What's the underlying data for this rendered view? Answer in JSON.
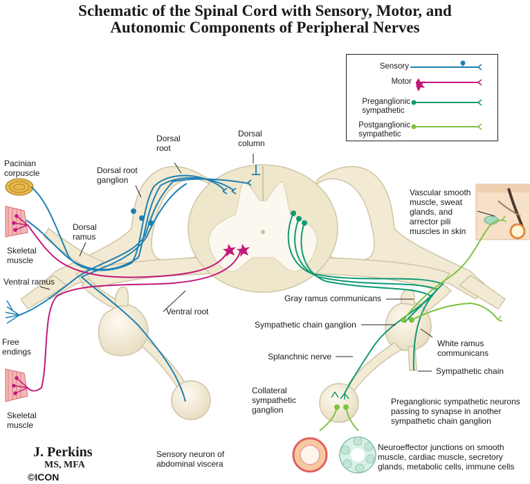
{
  "title": {
    "line1": "Schematic of the Spinal Cord with Sensory, Motor, and",
    "line2": "Autonomic Components of Peripheral Nerves"
  },
  "legend": {
    "sensory": "Sensory",
    "motor": "Motor",
    "preganglionic_1": "Preganglionic",
    "preganglionic_2": "sympathetic",
    "postganglionic_1": "Postganglionic",
    "postganglionic_2": "sympathetic"
  },
  "labels": {
    "pacinian_1": "Pacinian",
    "pacinian_2": "corpuscle",
    "skeletal_top_1": "Skeletal",
    "skeletal_top_2": "muscle",
    "dorsal_ramus_1": "Dorsal",
    "dorsal_ramus_2": "ramus",
    "ventral_ramus": "Ventral ramus",
    "free_endings_1": "Free",
    "free_endings_2": "endings",
    "skeletal_bottom_1": "Skeletal",
    "skeletal_bottom_2": "muscle",
    "drg_1": "Dorsal root",
    "drg_2": "ganglion",
    "dorsal_root_1": "Dorsal",
    "dorsal_root_2": "root",
    "dorsal_column_1": "Dorsal",
    "dorsal_column_2": "column",
    "ventral_root": "Ventral root",
    "sensory_neuron_1": "Sensory neuron of",
    "sensory_neuron_2": "abdominal viscera",
    "vascular_1": "Vascular smooth",
    "vascular_2": "muscle, sweat",
    "vascular_3": "glands, and",
    "vascular_4": "arrector pili",
    "vascular_5": "muscles in skin",
    "gray_ramus": "Gray ramus communicans",
    "chain_ganglion": "Sympathetic chain ganglion",
    "white_ramus_1": "White ramus",
    "white_ramus_2": "communicans",
    "splanchnic": "Splanchnic nerve",
    "sympathetic_chain": "Sympathetic chain",
    "collateral_1": "Collateral",
    "collateral_2": "sympathetic",
    "collateral_3": "ganglion",
    "pregang_neurons_1": "Preganglionic sympathetic neurons",
    "pregang_neurons_2": "passing to synapse in another",
    "pregang_neurons_3": "sympathetic chain ganglion",
    "neuroeffector_1": "Neuroeffector junctions on smooth",
    "neuroeffector_2": "muscle, cardiac muscle, secretory",
    "neuroeffector_3": "glands, metabolic cells, immune cells"
  },
  "signature": {
    "name": "J. Perkins",
    "degree": "MS, MFA",
    "mark": "©ICON"
  },
  "colors": {
    "sensory": "#1d7fb3",
    "motor": "#c2187a",
    "preganglionic": "#0f9a73",
    "postganglionic": "#7cc242",
    "nerve": "#f2ead2",
    "nerve_stroke": "#cfc4a6",
    "gray_matter": "#fbf8ef"
  }
}
